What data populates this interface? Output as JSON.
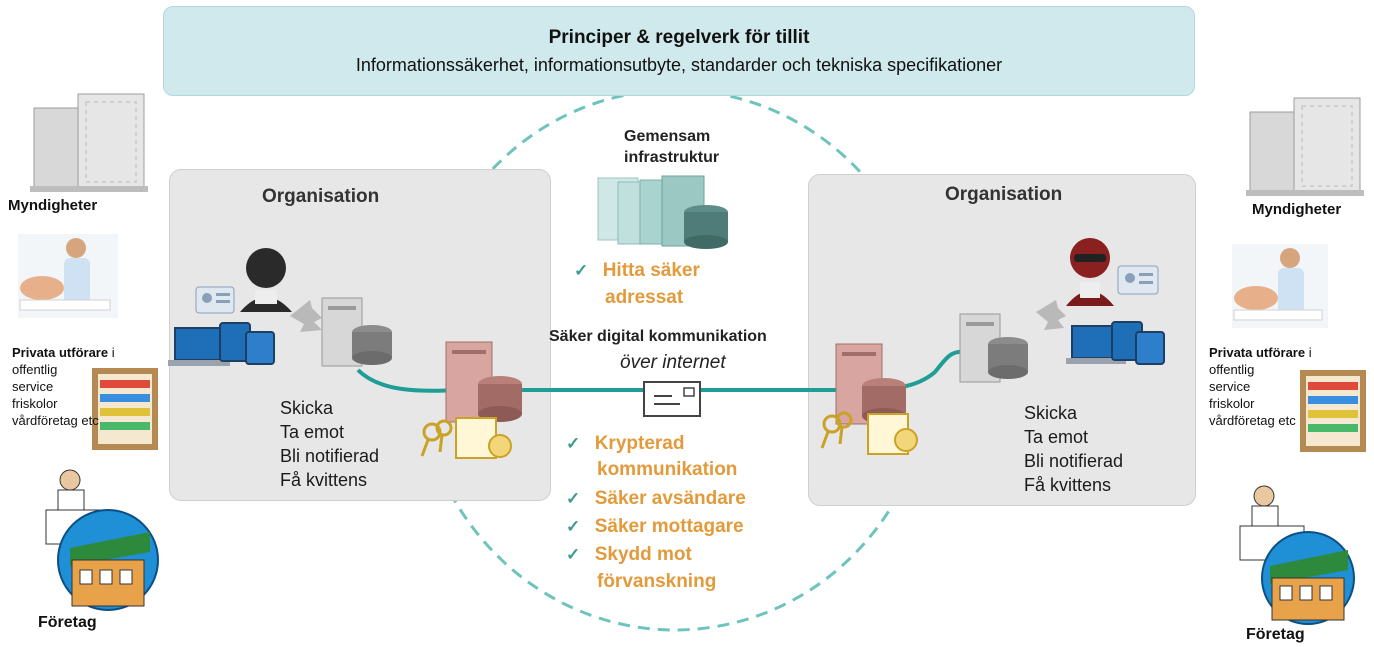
{
  "banner": {
    "title": "Principer & regelverk för tillit",
    "subtitle": "Informationssäkerhet, informationsutbyte, standarder och tekniska specifikationer"
  },
  "left_org": {
    "title": "Organisation",
    "actions": [
      "Skicka",
      "Ta emot",
      "Bli notifierad",
      "Få kvittens"
    ]
  },
  "right_org": {
    "title": "Organisation",
    "actions": [
      "Skicka",
      "Ta emot",
      "Bli notifierad",
      "Få kvittens"
    ]
  },
  "center": {
    "infra_title_1": "Gemensam",
    "infra_title_2": "infrastruktur",
    "find": [
      "Hitta säker",
      "adressat"
    ],
    "comm_title": "Säker digital kommunikation",
    "comm_sub": "över internet",
    "features": [
      [
        "Krypterad",
        "kommunikation"
      ],
      [
        "Säker avsändare"
      ],
      [
        "Säker mottagare"
      ],
      [
        "Skydd mot",
        "förvanskning"
      ]
    ],
    "check_mark": "✓"
  },
  "sides": {
    "myndigheter": "Myndigheter",
    "privata_bold": "Privata utförare",
    "privata_i": " i",
    "privata_lines": [
      "offentlig",
      "service",
      "friskolor",
      "vårdföretag etc"
    ],
    "foretag": "Företag"
  },
  "colors": {
    "banner_bg": "#cfe9ec",
    "org_bg": "#e7e7e7",
    "accent_teal": "#1f9e96",
    "orange": "#e39a3b"
  }
}
